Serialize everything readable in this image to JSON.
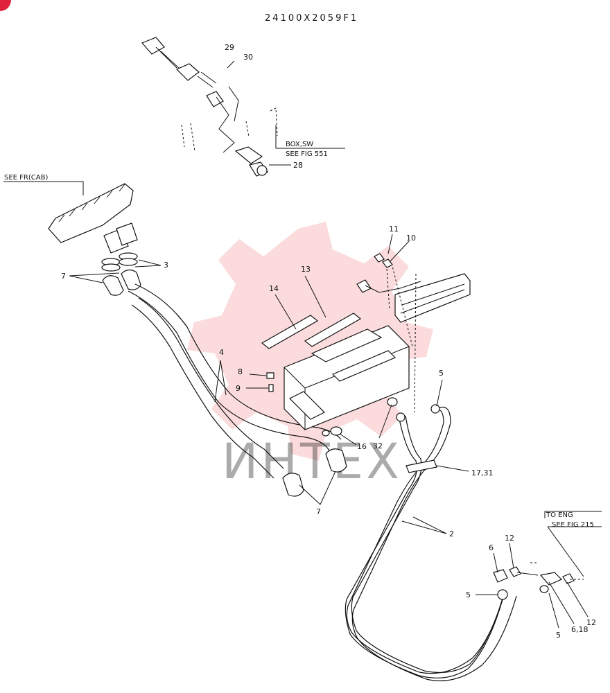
{
  "diagram": {
    "title": "24100X2059F1",
    "watermark": "ИНТЕХ",
    "references": {
      "cab": "SEE FR(CAB)",
      "box_sw_1": "BOX,SW",
      "box_sw_2": "SEE FIG 551",
      "eng_1": "TO ENG",
      "eng_2": "SEE FIG 215"
    },
    "callouts": {
      "c29": "29",
      "c30": "30",
      "c28": "28",
      "c11": "11",
      "c10": "10",
      "c13": "13",
      "c14": "14",
      "c3": "3",
      "c7a": "7",
      "c7b": "7",
      "c4": "4",
      "c8": "8",
      "c9": "9",
      "c16": "16",
      "c32": "32",
      "c5a": "5",
      "c1731": "17,31",
      "c2": "2",
      "c6": "6",
      "c12a": "12",
      "c5b": "5",
      "c5c": "5",
      "c618": "6,18",
      "c12b": "12"
    }
  }
}
